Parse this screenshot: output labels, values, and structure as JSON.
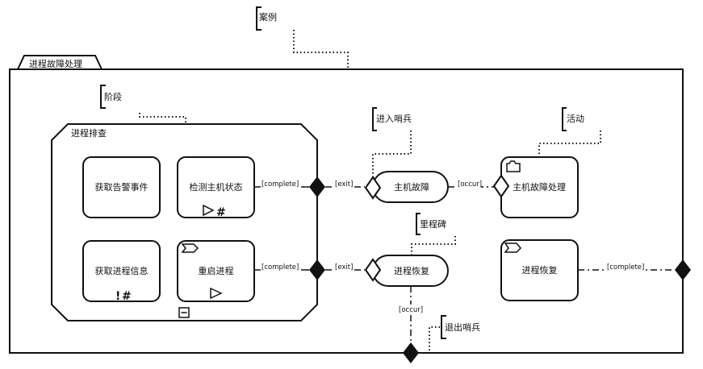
{
  "diagram": {
    "case": {
      "name": "进程故障处理",
      "annotation": "案例"
    },
    "stage": {
      "name": "进程排查",
      "annotation": "阶段",
      "collapse_marker": "minus",
      "tasks": [
        {
          "id": "t1",
          "label": "获取告警事件",
          "markers": []
        },
        {
          "id": "t2",
          "label": "检测主机状态",
          "markers": [
            "manual-activation",
            "repetition"
          ]
        },
        {
          "id": "t3",
          "label": "获取进程信息",
          "markers": [
            "required",
            "repetition"
          ]
        },
        {
          "id": "t4",
          "label": "重启进程",
          "markers": [
            "manual-activation"
          ],
          "type": "process-task"
        }
      ]
    },
    "milestones": [
      {
        "id": "m1",
        "label": "主机故障",
        "entry_annotation": "进入哨兵"
      },
      {
        "id": "m2",
        "label": "进程恢复",
        "annotation": "里程碑"
      }
    ],
    "tasks": [
      {
        "id": "t5",
        "label": "主机故障处理",
        "type": "case-task",
        "annotation": "活动"
      },
      {
        "id": "t6",
        "label": "进程恢复",
        "type": "process-task"
      }
    ],
    "exit_annotation": "退出哨兵",
    "connectors": [
      {
        "from": "t2",
        "to": "stage-exit-1",
        "label": "[complete]"
      },
      {
        "from": "t4",
        "to": "stage-exit-2",
        "label": "[complete]"
      },
      {
        "from": "stage-exit-1",
        "to": "m1",
        "label": "[exit]"
      },
      {
        "from": "stage-exit-2",
        "to": "m2",
        "label": "[exit]"
      },
      {
        "from": "m1",
        "to": "t5",
        "label": "[occur]"
      },
      {
        "from": "m2",
        "to": "case-exit-bottom",
        "label": "[occur]"
      },
      {
        "from": "t6",
        "to": "case-exit-right",
        "label": "[complete]"
      }
    ]
  }
}
